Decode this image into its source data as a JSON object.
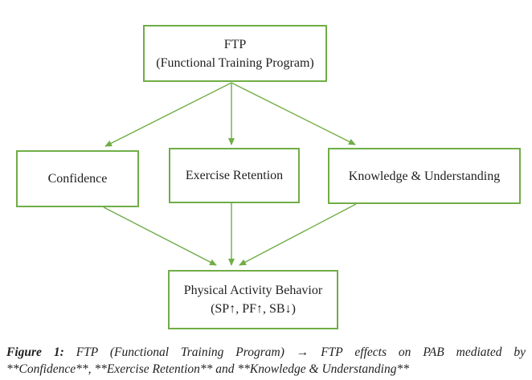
{
  "figure": {
    "background": "#ffffff",
    "accent_color": "#70AD47",
    "text_color": "#1f1f1f"
  },
  "nodes": {
    "ftp": {
      "line1": "FTP",
      "line2": "(Functional Training Program)"
    },
    "confidence": {
      "label": "Confidence"
    },
    "exercise": {
      "label": "Exercise Retention"
    },
    "knowledge": {
      "label": "Knowledge & Understanding"
    },
    "pab": {
      "line1": "Physical Activity Behavior",
      "line2": "(SP↑, PF↑, SB↓)"
    }
  },
  "edges": [
    {
      "from": "ftp",
      "to": "confidence"
    },
    {
      "from": "ftp",
      "to": "exercise"
    },
    {
      "from": "ftp",
      "to": "knowledge"
    },
    {
      "from": "confidence",
      "to": "pab"
    },
    {
      "from": "exercise",
      "to": "pab"
    },
    {
      "from": "knowledge",
      "to": "pab"
    }
  ],
  "caption": {
    "label": "Figure 1:",
    "line1_rest": "FTP (Functional Training Program) → FTP effects on PAB mediated by",
    "line2": "**Confidence**, **Exercise Retention** and **Knowledge & Understanding**"
  }
}
